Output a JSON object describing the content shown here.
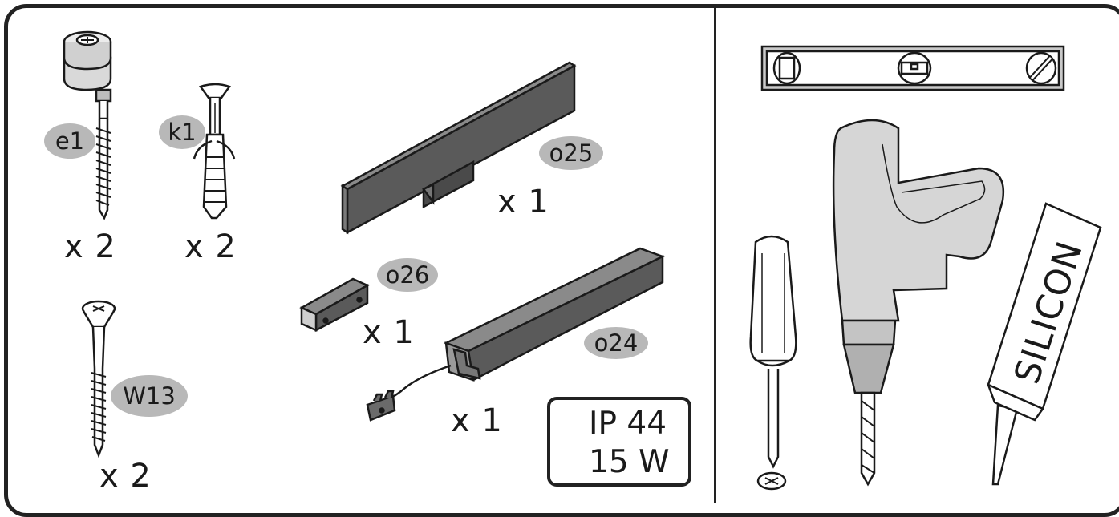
{
  "parts": {
    "e1": {
      "code": "e1",
      "quantity": "x 2"
    },
    "k1": {
      "code": "k1",
      "quantity": "x 2"
    },
    "W13": {
      "code": "W13",
      "quantity": "x 2"
    },
    "o25": {
      "code": "o25",
      "quantity": "x 1"
    },
    "o26": {
      "code": "o26",
      "quantity": "x 1"
    },
    "o24": {
      "code": "o24",
      "quantity": "x 1"
    }
  },
  "spec": {
    "protection": "IP 44",
    "power": "15 W"
  },
  "tools": {
    "sealant_label": "SILICON"
  },
  "colors": {
    "line": "#1a1a1a",
    "part_gray": "#5a5a5a",
    "tag_gray": "#b8b8b8",
    "bulb_yellow": "#f2c230"
  }
}
